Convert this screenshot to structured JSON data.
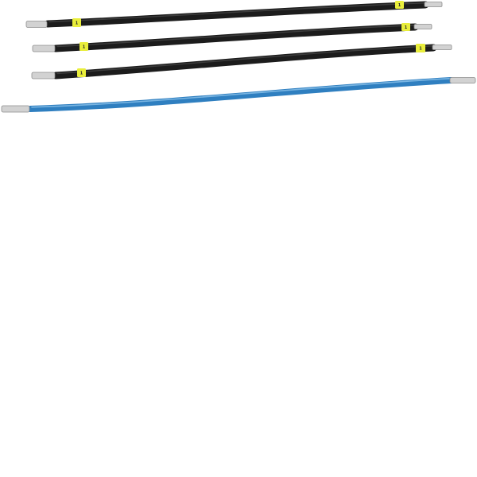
{
  "background": "#ffffff",
  "colors": {
    "black_insulation": "#1c1c1c",
    "black_highlight": "#5a5a5a",
    "blue_insulation": "#2f7fc0",
    "blue_highlight": "#8cc3ea",
    "ferrule_metal": "#d2d2d2",
    "ferrule_shadow": "#8e8e8e",
    "marker_sleeve": "#e9ee3c",
    "marker_ink": "#2a2a2a"
  },
  "wires": [
    {
      "name": "black-wire-1",
      "insulation": "black",
      "markers": [
        "1",
        "1"
      ]
    },
    {
      "name": "black-wire-2",
      "insulation": "black",
      "markers": [
        "1",
        "1"
      ]
    },
    {
      "name": "black-wire-3",
      "insulation": "black",
      "markers": [
        "1",
        "1"
      ]
    },
    {
      "name": "blue-wire",
      "insulation": "blue",
      "markers": []
    }
  ]
}
